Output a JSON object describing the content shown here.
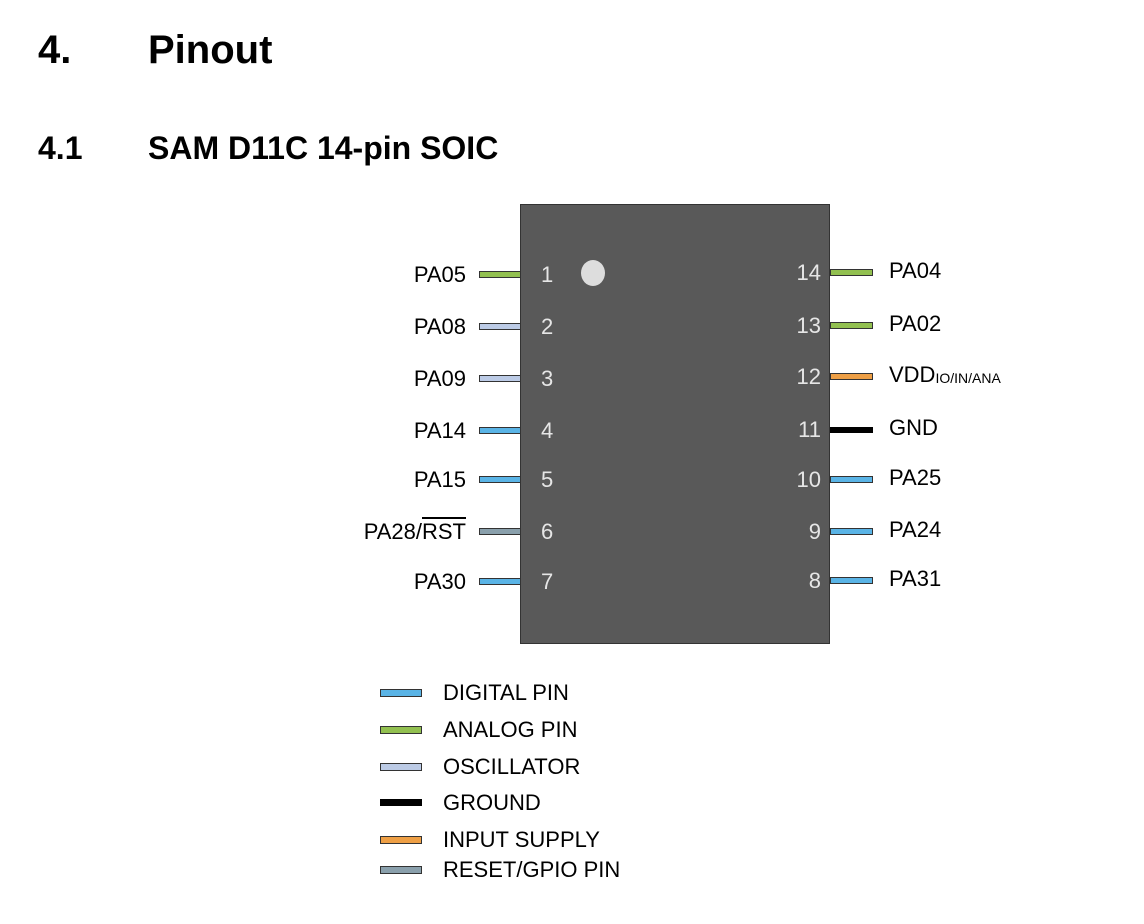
{
  "heading": {
    "number": "4.",
    "title": "Pinout"
  },
  "subheading": {
    "number": "4.1",
    "title": "SAM D11C 14-pin SOIC"
  },
  "colors": {
    "digital": "#5ab4e6",
    "analog": "#92c050",
    "oscillator": "#bccbe6",
    "ground": "#000000",
    "supply": "#ee9f45",
    "reset": "#8aa0ac",
    "chip": "#595959"
  },
  "pins": {
    "left": [
      {
        "num": "1",
        "label": "PA05",
        "type": "analog"
      },
      {
        "num": "2",
        "label": "PA08",
        "type": "oscillator"
      },
      {
        "num": "3",
        "label": "PA09",
        "type": "oscillator"
      },
      {
        "num": "4",
        "label": "PA14",
        "type": "digital"
      },
      {
        "num": "5",
        "label": "PA15",
        "type": "digital"
      },
      {
        "num": "6",
        "label": "PA28/",
        "label_overline": "RST",
        "type": "reset"
      },
      {
        "num": "7",
        "label": "PA30",
        "type": "digital"
      }
    ],
    "right": [
      {
        "num": "14",
        "label": "PA04",
        "type": "analog"
      },
      {
        "num": "13",
        "label": "PA02",
        "type": "analog"
      },
      {
        "num": "12",
        "label": "VDD",
        "label_sub": "IO/IN/ANA",
        "type": "supply"
      },
      {
        "num": "11",
        "label": "GND",
        "type": "ground"
      },
      {
        "num": "10",
        "label": "PA25",
        "type": "digital"
      },
      {
        "num": "9",
        "label": "PA24",
        "type": "digital"
      },
      {
        "num": "8",
        "label": "PA31",
        "type": "digital"
      }
    ]
  },
  "legend": [
    {
      "label": "DIGITAL PIN",
      "type": "digital"
    },
    {
      "label": "ANALOG PIN",
      "type": "analog"
    },
    {
      "label": "OSCILLATOR",
      "type": "oscillator"
    },
    {
      "label": "GROUND",
      "type": "ground"
    },
    {
      "label": "INPUT SUPPLY",
      "type": "supply"
    },
    {
      "label": "RESET/GPIO PIN",
      "type": "reset"
    }
  ]
}
